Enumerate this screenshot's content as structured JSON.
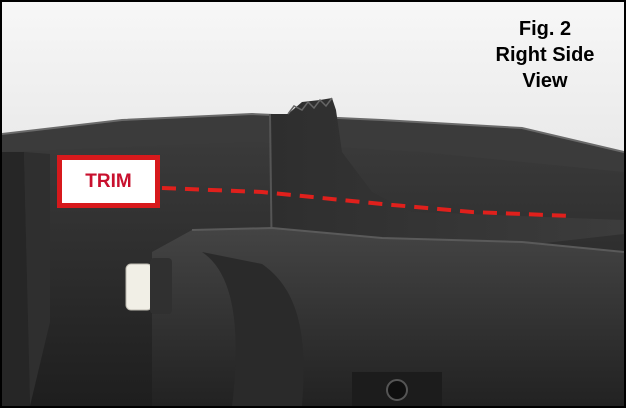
{
  "figure": {
    "title_line1": "Fig. 2",
    "title_line2": "Right Side",
    "title_line3": "View"
  },
  "callout": {
    "label": "TRIM"
  },
  "colors": {
    "trim_line": "#e0201c",
    "callout_border": "#d7191c",
    "callout_text": "#c8102e"
  }
}
